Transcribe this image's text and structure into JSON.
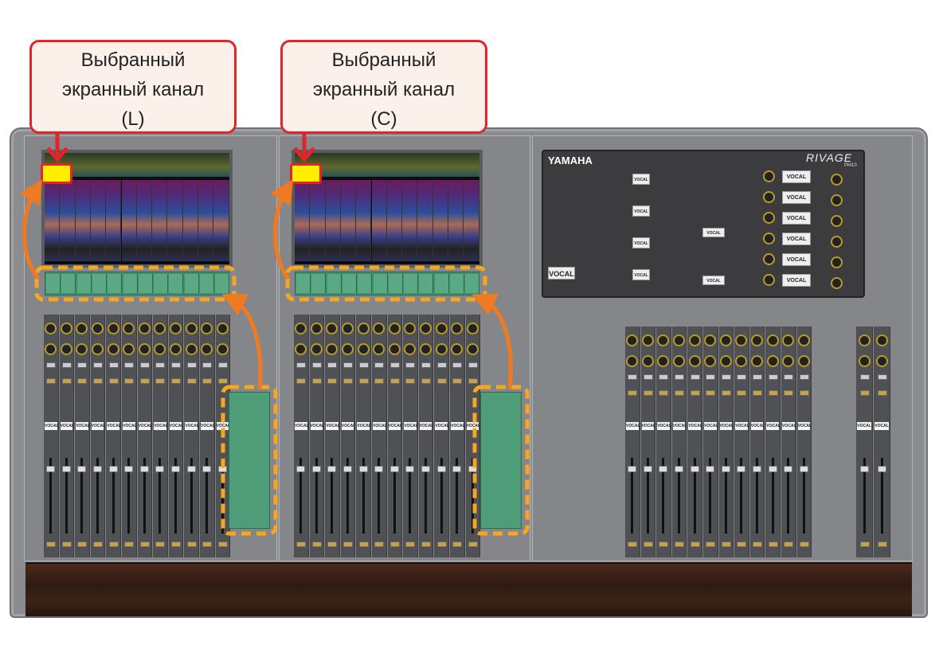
{
  "callouts": [
    {
      "lines": [
        "Выбранный",
        "экранный канал",
        "(L)"
      ]
    },
    {
      "lines": [
        "Выбранный",
        "экранный канал",
        "(C)"
      ]
    }
  ],
  "console": {
    "brand": "YAMAHA",
    "product": "RIVAGE",
    "model": "PM10",
    "channel_label": "VOCAL"
  },
  "colors": {
    "callout_border": "#e0262b",
    "selected_marker": "#ffee00",
    "arrow": "#f07a22",
    "highlight_outline": "#f5a623"
  }
}
